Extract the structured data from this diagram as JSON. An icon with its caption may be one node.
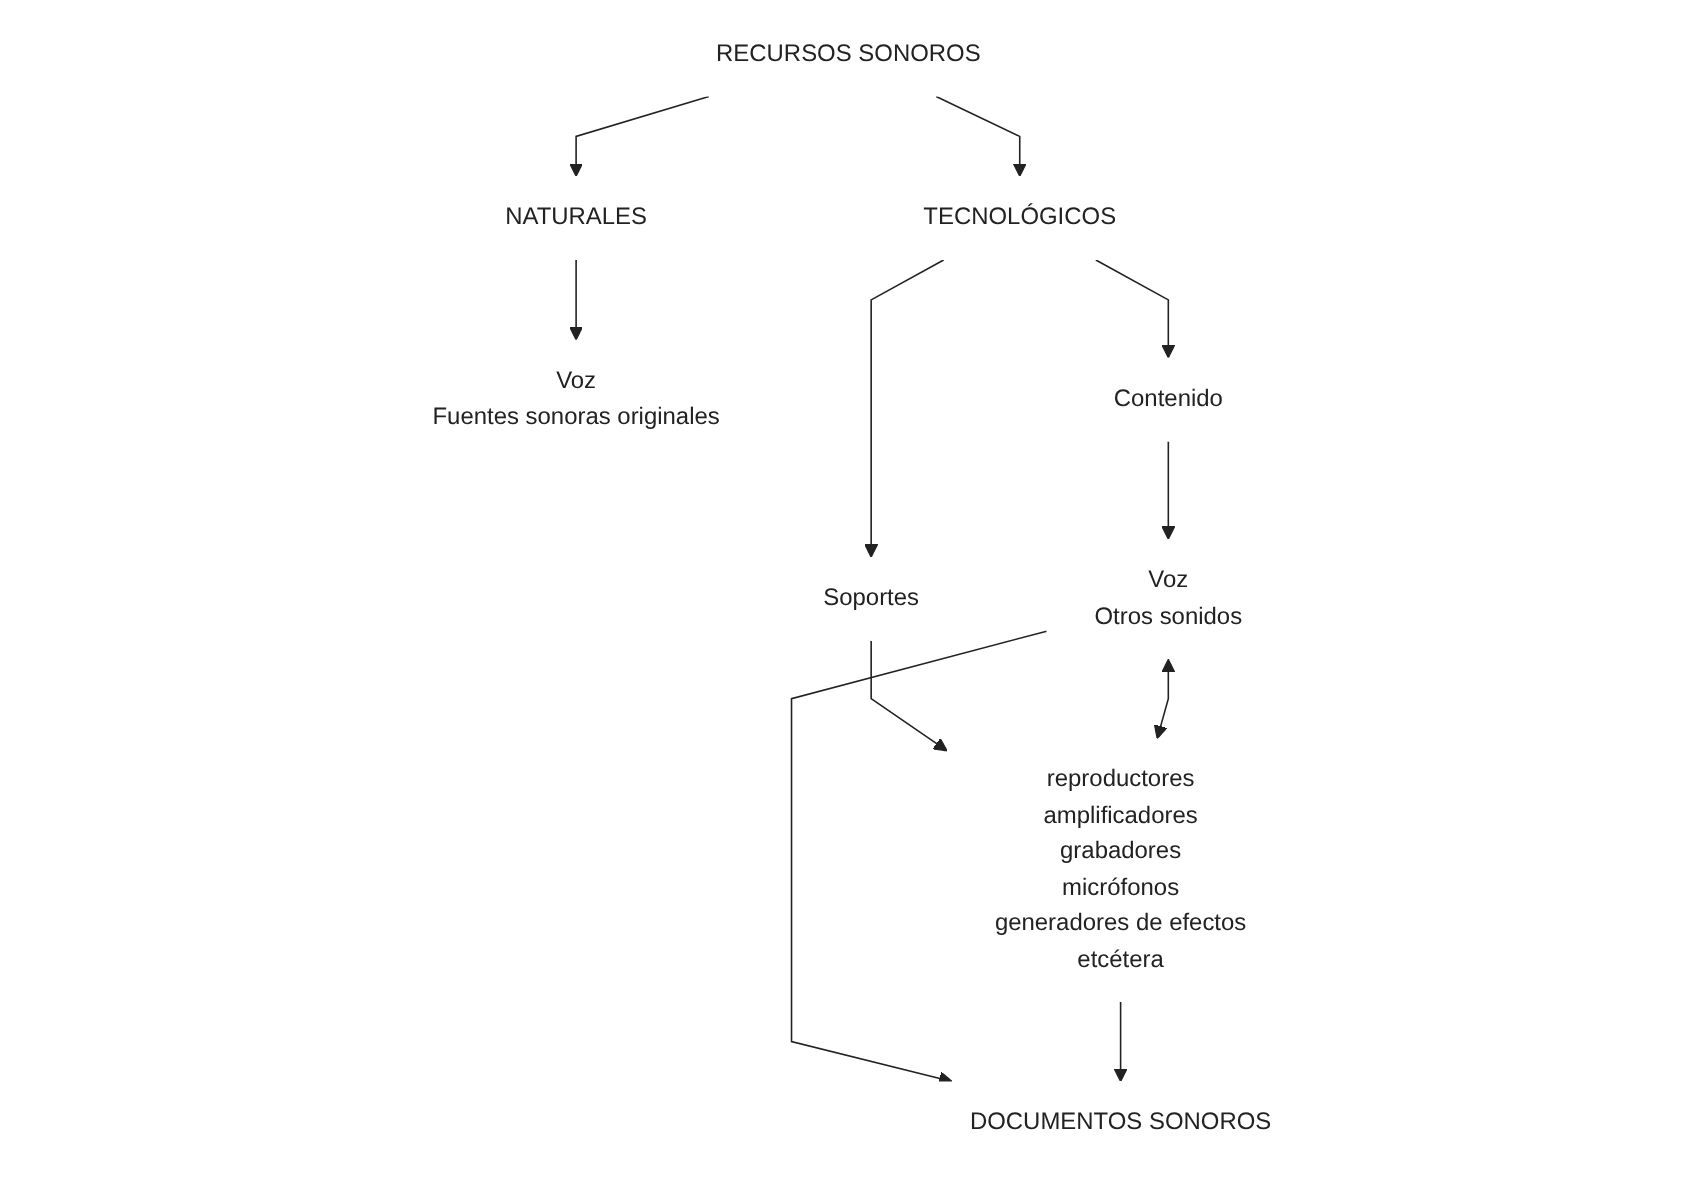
{
  "diagram": {
    "nodes": [
      {
        "text": [
          "RECURSOS SONOROS"
        ]
      },
      {
        "text": [
          "NATURALES"
        ]
      },
      {
        "text": [
          "TECNOLÓGICOS"
        ]
      },
      {
        "text": [
          "Voz",
          "Fuentes sonoras originales"
        ]
      },
      {
        "text": [
          "Contenido"
        ]
      },
      {
        "text": [
          "Soportes"
        ]
      },
      {
        "text": [
          "Voz",
          "Otros sonidos"
        ]
      },
      {
        "text": [
          "reproductores",
          "amplificadores",
          "grabadores",
          "micrófonos",
          "generadores de efectos",
          "etcétera"
        ]
      },
      {
        "text": [
          "DOCUMENTOS SONOROS"
        ]
      }
    ],
    "edges": [
      {
        "from": 0,
        "to": 1,
        "arrow": "to"
      },
      {
        "from": 0,
        "to": 2,
        "arrow": "to"
      },
      {
        "from": 1,
        "to": 3,
        "arrow": "to"
      },
      {
        "from": 2,
        "to": 4,
        "arrow": "to"
      },
      {
        "from": 2,
        "to": 5,
        "arrow": "to"
      },
      {
        "from": 4,
        "to": 6,
        "arrow": "to"
      },
      {
        "from": 5,
        "to": 7,
        "arrow": "to"
      },
      {
        "from": 6,
        "to": 7,
        "arrow": "both"
      },
      {
        "from": 6,
        "to": 8,
        "arrow": "to"
      },
      {
        "from": 7,
        "to": 8,
        "arrow": "to"
      }
    ]
  }
}
